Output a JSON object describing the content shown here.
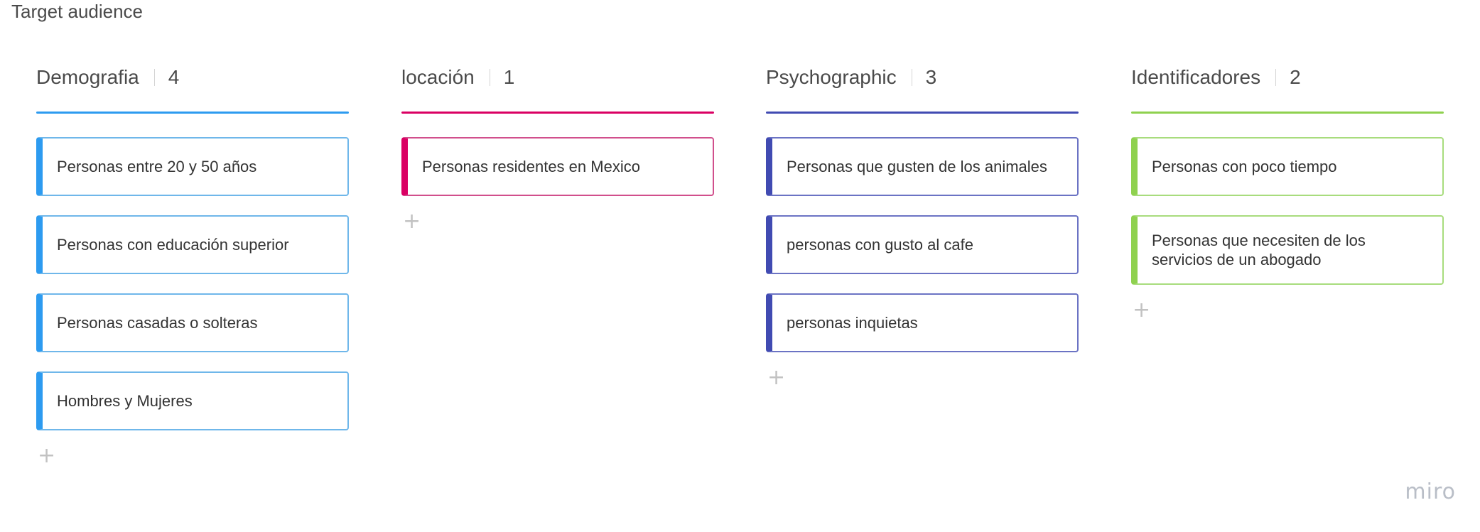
{
  "board": {
    "title": "Target audience"
  },
  "columns": [
    {
      "title": "Demografia",
      "count": "4",
      "color": "#2d9bf0",
      "border": "#6fb7ea",
      "cards": [
        "Personas entre 20 y 50 años",
        "Personas con educación superior",
        "Personas casadas o solteras",
        "Hombres y Mujeres"
      ],
      "add_icon": "+"
    },
    {
      "title": "locación",
      "count": "1",
      "color": "#da0063",
      "border": "#d14f8c",
      "cards": [
        "Personas residentes en Mexico"
      ],
      "add_icon": "+"
    },
    {
      "title": "Psychographic",
      "count": "3",
      "color": "#414bb2",
      "border": "#6b73c4",
      "cards": [
        "Personas que gusten de los animales",
        "personas con gusto al cafe",
        "personas inquietas"
      ],
      "add_icon": "+"
    },
    {
      "title": "Identificadores",
      "count": "2",
      "color": "#8fd14f",
      "border": "#a8dc7d",
      "cards": [
        "Personas con poco tiempo",
        "Personas que necesiten de los servicios de un abogado"
      ],
      "add_icon": "+"
    }
  ],
  "watermark": {
    "text": "miro"
  },
  "icons": {
    "add": "plus-icon"
  }
}
